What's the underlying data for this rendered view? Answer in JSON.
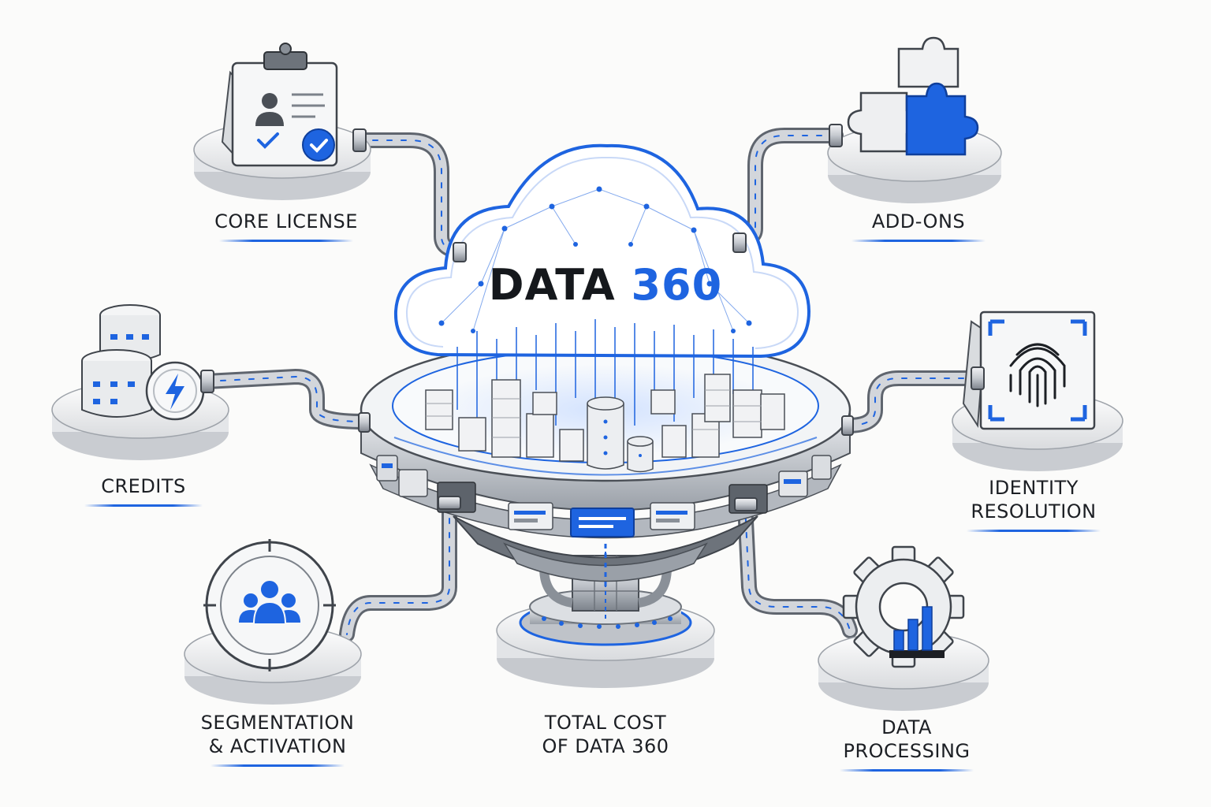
{
  "center": {
    "title_main": "DATA",
    "title_accent": "360",
    "accent_color": "#1e64e0"
  },
  "nodes": [
    {
      "id": "core-license",
      "label_lines": [
        "CORE LICENSE"
      ],
      "icon": "clipboard-verified-icon"
    },
    {
      "id": "add-ons",
      "label_lines": [
        "ADD-ONS"
      ],
      "icon": "puzzle-pieces-icon"
    },
    {
      "id": "credits",
      "label_lines": [
        "CREDITS"
      ],
      "icon": "database-lightning-icon"
    },
    {
      "id": "identity-resolution",
      "label_lines": [
        "IDENTITY",
        "RESOLUTION"
      ],
      "icon": "fingerprint-icon"
    },
    {
      "id": "segmentation-activation",
      "label_lines": [
        "SEGMENTATION",
        "& ACTIVATION"
      ],
      "icon": "audience-target-icon"
    },
    {
      "id": "total-cost",
      "label_lines": [
        "TOTAL COST",
        "OF DATA 360"
      ],
      "icon": "base-pedestal-icon"
    },
    {
      "id": "data-processing",
      "label_lines": [
        "DATA",
        "PROCESSING"
      ],
      "icon": "gear-chart-icon"
    }
  ]
}
